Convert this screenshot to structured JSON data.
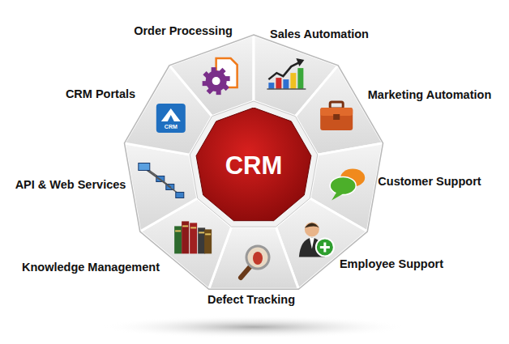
{
  "diagram": {
    "nodes": [
      {
        "text": [
          "CRM"
        ]
      },
      {
        "text": [
          "Order Processing"
        ]
      },
      {
        "text": [
          "Sales Automation"
        ]
      },
      {
        "text": [
          "Marketing Automation"
        ]
      },
      {
        "text": [
          "Customer Support"
        ]
      },
      {
        "text": [
          "Employee Support"
        ]
      },
      {
        "text": [
          "Defect Tracking"
        ]
      },
      {
        "text": [
          "Knowledge Management"
        ]
      },
      {
        "text": [
          "API & Web Services"
        ]
      },
      {
        "text": [
          "CRM Portals"
        ]
      }
    ],
    "labels": [
      "CRM"
    ]
  }
}
